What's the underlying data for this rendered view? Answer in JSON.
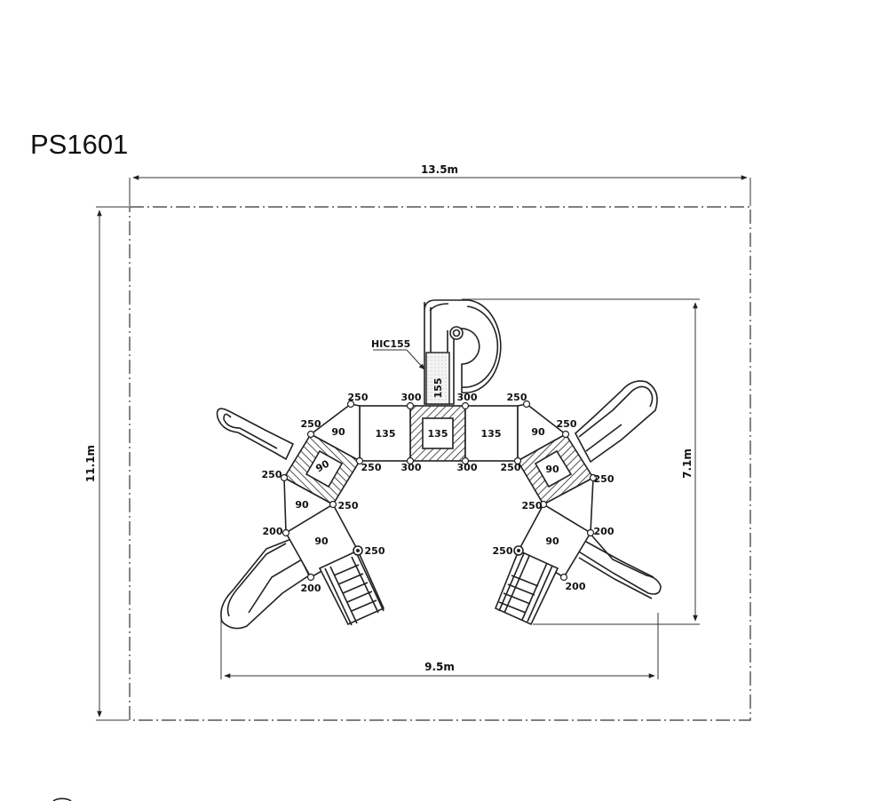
{
  "title": "PS1601",
  "dimensions": {
    "overall_width": "13.5m",
    "overall_depth": "11.1m",
    "equipment_width": "9.5m",
    "equipment_depth": "7.1m"
  },
  "callout": "HIC155",
  "labels": {
    "tube_slide": "155",
    "deck_center": "135",
    "bridge_left": "135",
    "bridge_right": "135",
    "l_bridge_90": "90",
    "l_hex_90": "90",
    "l_tri_90": "90",
    "l_lower_90": "90",
    "r_hex_90": "90",
    "r_tri_90": "90",
    "r_lower_90": "90",
    "p250_tl": "250",
    "p300_tl": "300",
    "p300_tr": "300",
    "p250_tr": "250",
    "p300_bl": "300",
    "p300_br": "300",
    "p250_lb": "250",
    "p250_rb": "250",
    "p250_l1": "250",
    "p250_l2": "250",
    "p250_l3": "250",
    "p200_l1": "200",
    "p200_l2": "200",
    "p250_l4": "250",
    "p250_r1": "250",
    "p250_r2": "250",
    "p250_r3": "250",
    "p200_r1": "200",
    "p200_r2": "200",
    "p250_r4": "250"
  }
}
